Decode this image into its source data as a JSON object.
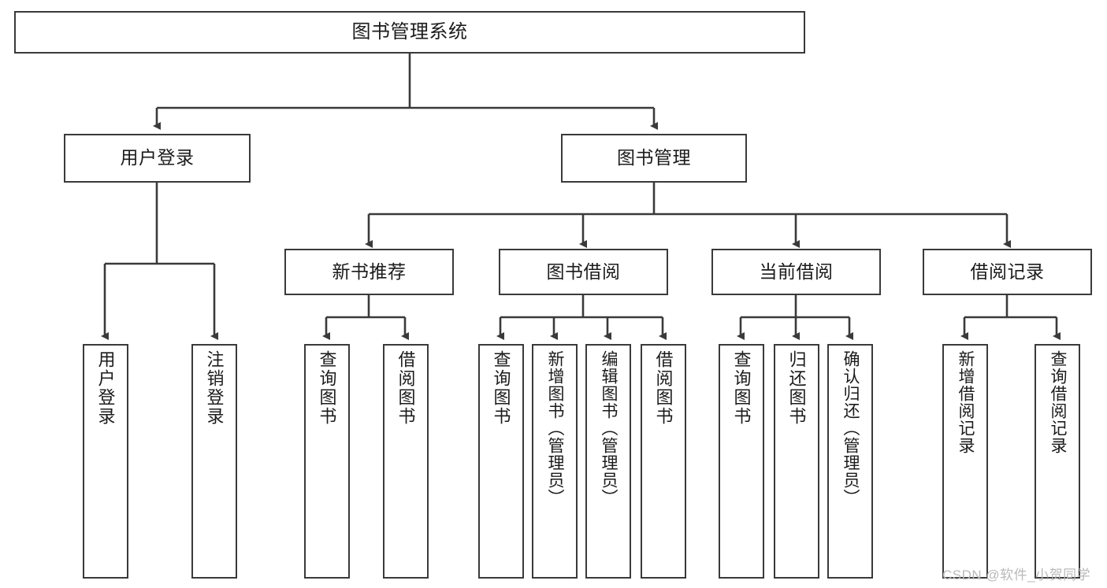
{
  "diagram": {
    "title": "图书管理系统",
    "type": "tree-hierarchy-chart",
    "orientation": "top-down",
    "colors": {
      "background": "#ffffff",
      "node_border": "#3a3a3a",
      "node_fill": "#ffffff",
      "connector": "#3a3a3a",
      "text": "#1b1b1b",
      "watermark": "#b9b9b9"
    },
    "root": {
      "label": "图书管理系统"
    },
    "level1": [
      {
        "label": "用户登录"
      },
      {
        "label": "图书管理"
      }
    ],
    "level2": [
      {
        "label": "新书推荐"
      },
      {
        "label": "图书借阅"
      },
      {
        "label": "当前借阅"
      },
      {
        "label": "借阅记录"
      }
    ],
    "leaves": {
      "user_login": [
        {
          "label": "用户登录"
        },
        {
          "label": "注销登录"
        }
      ],
      "new_book_recommend": [
        {
          "label": "查询图书"
        },
        {
          "label": "借阅图书"
        }
      ],
      "book_borrow": [
        {
          "label": "查询图书"
        },
        {
          "label": "新增图书（管理员）"
        },
        {
          "label": "编辑图书（管理员）"
        },
        {
          "label": "借阅图书"
        }
      ],
      "current_borrow": [
        {
          "label": "查询图书"
        },
        {
          "label": "归还图书"
        },
        {
          "label": "确认归还（管理员）"
        }
      ],
      "borrow_record": [
        {
          "label": "新增借阅记录"
        },
        {
          "label": "查询借阅记录"
        }
      ]
    }
  },
  "watermark": {
    "text": "CSDN @软件_小贺同学"
  }
}
